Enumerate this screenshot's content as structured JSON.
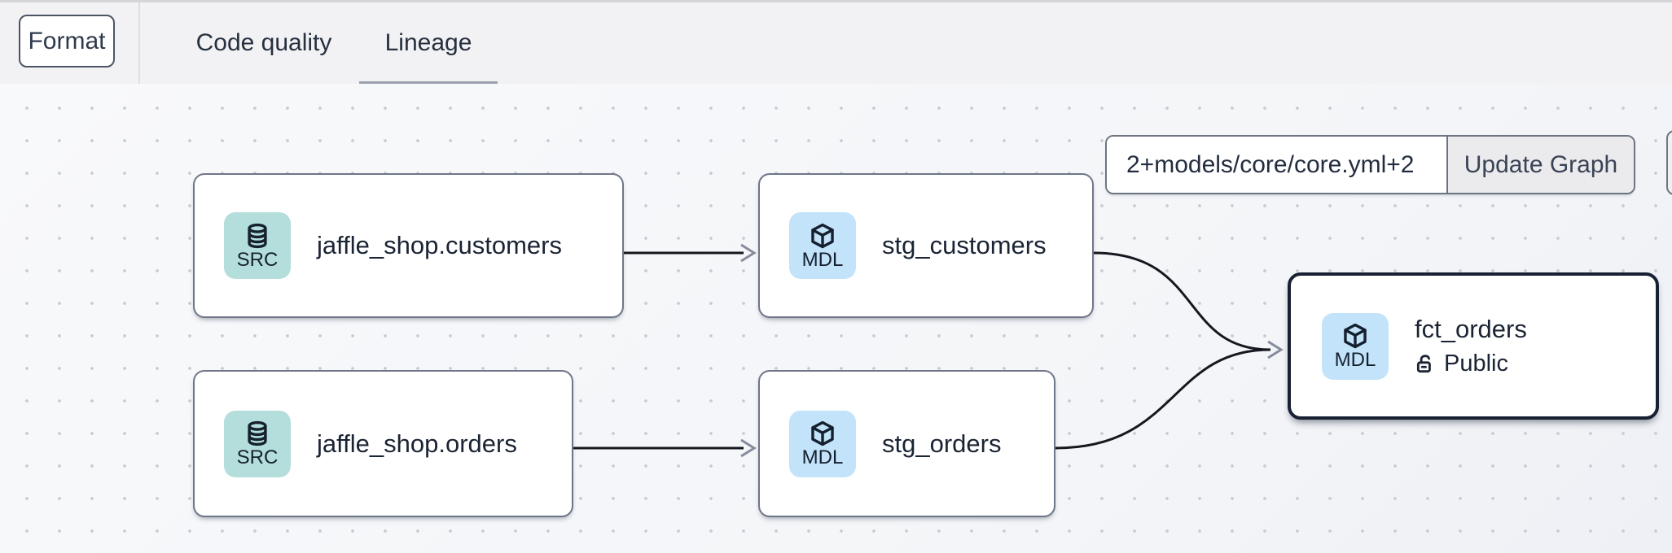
{
  "toolbar": {
    "format_label": "Format",
    "tabs": [
      {
        "label": "Code quality",
        "active": false
      },
      {
        "label": "Lineage",
        "active": true
      }
    ]
  },
  "lineage_controls": {
    "selector_value": "2+models/core/core.yml+2",
    "update_button_label": "Update Graph"
  },
  "graph": {
    "nodes": [
      {
        "id": "jaffle_shop.customers",
        "label": "jaffle_shop.customers",
        "type_badge": "SRC",
        "type": "source",
        "icon": "database-icon",
        "badge_color": "#b3dedb"
      },
      {
        "id": "stg_customers",
        "label": "stg_customers",
        "type_badge": "MDL",
        "type": "model",
        "icon": "cube-icon",
        "badge_color": "#c2e3f9"
      },
      {
        "id": "jaffle_shop.orders",
        "label": "jaffle_shop.orders",
        "type_badge": "SRC",
        "type": "source",
        "icon": "database-icon",
        "badge_color": "#b3dedb"
      },
      {
        "id": "stg_orders",
        "label": "stg_orders",
        "type_badge": "MDL",
        "type": "model",
        "icon": "cube-icon",
        "badge_color": "#c2e3f9"
      },
      {
        "id": "fct_orders",
        "label": "fct_orders",
        "type_badge": "MDL",
        "type": "model",
        "icon": "cube-icon",
        "badge_color": "#c2e3f9",
        "access": "Public",
        "access_icon": "lock-open-icon",
        "selected": true
      }
    ],
    "edges": [
      {
        "from": "jaffle_shop.customers",
        "to": "stg_customers"
      },
      {
        "from": "jaffle_shop.orders",
        "to": "stg_orders"
      },
      {
        "from": "stg_customers",
        "to": "fct_orders"
      },
      {
        "from": "stg_orders",
        "to": "fct_orders"
      }
    ],
    "edge_color": "#15181e",
    "arrow_color": "#868c9b",
    "selected_border_color": "#182134",
    "canvas_background": "#f7f8fa"
  }
}
